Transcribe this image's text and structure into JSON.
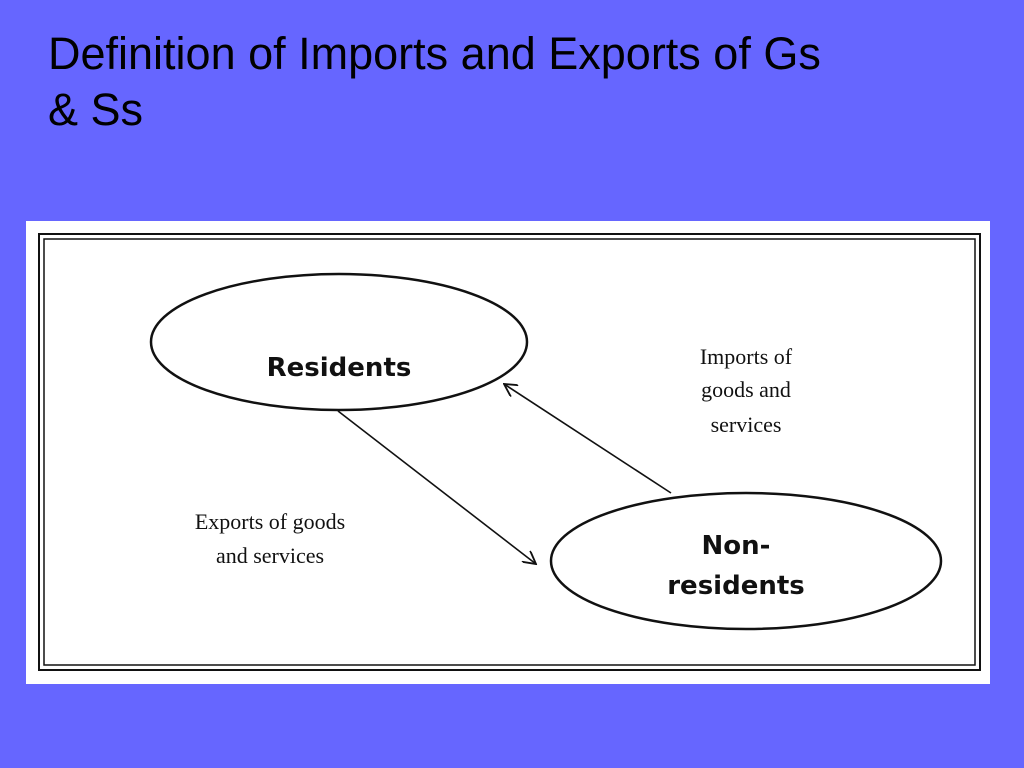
{
  "slide": {
    "title_line1": "Definition of Imports and Exports of Gs",
    "title_line2": "& Ss"
  },
  "diagram": {
    "nodes": {
      "residents": "Residents",
      "non_residents_line1": "Non-",
      "non_residents_line2": "residents"
    },
    "flows": {
      "imports_line1": "Imports of",
      "imports_line2": "goods and",
      "imports_line3": "services",
      "exports_line1": "Exports of goods",
      "exports_line2": "and services"
    }
  },
  "colors": {
    "background": "#6666ff",
    "panel": "#ffffff",
    "ink": "#111111"
  }
}
